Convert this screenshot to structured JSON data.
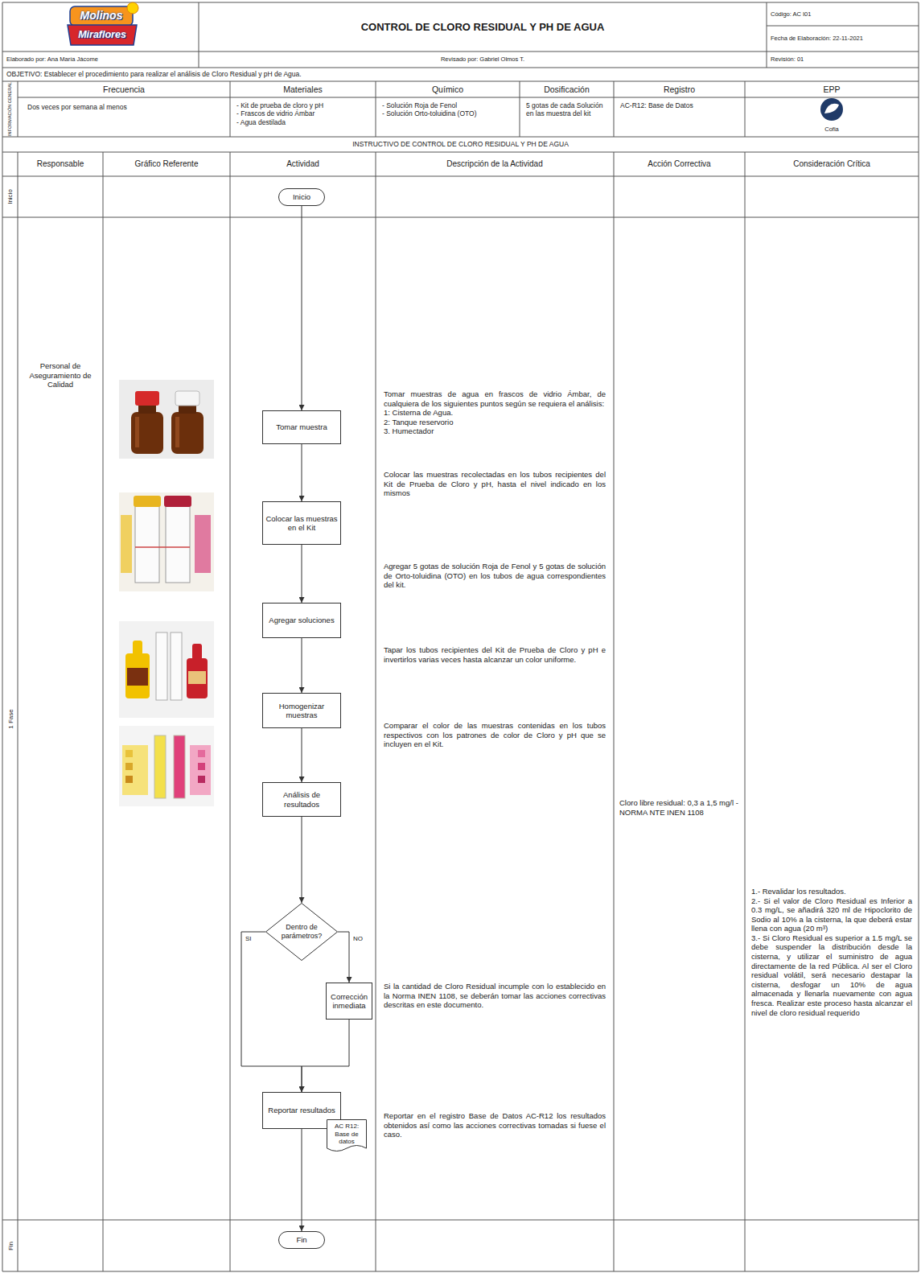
{
  "diagram": {
    "title": "CONTROL DE CLORO RESIDUAL Y PH DE AGUA",
    "nodes": [
      {
        "text": [
          "Inicio"
        ]
      },
      {
        "text": [
          "Tomar muestra"
        ]
      },
      {
        "text": [
          "Colocar las muestras en el Kit"
        ]
      },
      {
        "text": [
          "Agregar soluciones"
        ]
      },
      {
        "text": [
          "Homogenizar muestras"
        ]
      },
      {
        "text": [
          "Análisis de resultados"
        ]
      },
      {
        "text": [
          "Dentro de parámetros?"
        ]
      },
      {
        "text": [
          "Corrección inmediata"
        ]
      },
      {
        "text": [
          "Reportar resultados"
        ]
      },
      {
        "text": [
          "AC R12: Base de datos"
        ]
      },
      {
        "text": [
          "Fin"
        ]
      }
    ],
    "edges": [
      {
        "from": 0,
        "to": 1,
        "arrow": "to"
      },
      {
        "from": 1,
        "to": 2,
        "arrow": "to"
      },
      {
        "from": 2,
        "to": 3,
        "arrow": "to"
      },
      {
        "from": 3,
        "to": 4,
        "arrow": "to"
      },
      {
        "from": 4,
        "to": 5,
        "arrow": "to"
      },
      {
        "from": 5,
        "to": 6,
        "arrow": "to"
      },
      {
        "from": 6,
        "to": 7,
        "label": "NO",
        "arrow": "to"
      },
      {
        "from": 6,
        "to": 8,
        "label": "SI",
        "arrow": "to"
      },
      {
        "from": 7,
        "to": 8,
        "arrow": "to"
      },
      {
        "from": 8,
        "to": 10,
        "arrow": "to"
      }
    ],
    "labels": [
      "Molinos",
      "Miraflores",
      "Código: AC I01",
      "Fecha de Elaboración: 22-11-2021",
      "Revisión: 01",
      "Elaborado por: Ana María Jácome",
      "Revisado por: Gabriel Olmos T.",
      "OBJETIVO: Establecer el procedimiento para realizar el análisis de Cloro Residual y pH de Agua.",
      "INFORMACIÓN GENERAL",
      "Frecuencia",
      "Materiales",
      "Químico",
      "Dosificación",
      "Registro",
      "EPP",
      "Dos veces por semana al menos",
      "- Kit de prueba de cloro y pH",
      "- Frascos de vidrio Ámbar",
      "- Agua destilada",
      "- Solución Roja de Fenol",
      "- Solución Orto-toluidina (OTO)",
      "5 gotas de cada Solución en las muestra del kit",
      "AC-R12: Base de Datos",
      "Cofia",
      "INSTRUCTIVO DE CONTROL DE CLORO RESIDUAL Y PH DE AGUA",
      "Responsable",
      "Gráfico Referente",
      "Actividad",
      "Descripción de la Actividad",
      "Acción Correctiva",
      "Consideración Crítica",
      "Inicio",
      "1 Fase",
      "Fin",
      "Personal de Aseguramiento de Calidad",
      "Tomar muestras de agua en frascos de vidrio Ámbar, de cualquiera de los siguientes puntos según se requiera el análisis:",
      "1: Cisterna de Agua.",
      "2: Tanque reservorio",
      "3. Humectador",
      "Colocar las muestras recolectadas en los tubos recipientes del Kit de Prueba de Cloro y pH, hasta el nivel indicado en los mismos",
      "Agregar 5 gotas de solución Roja de Fenol y 5 gotas de solución de Orto-toluidina (OTO) en los tubos de agua correspondientes del kit.",
      "Tapar los tubos recipientes del Kit de Prueba de Cloro y pH e invertirlos varias veces hasta alcanzar un color uniforme.",
      "Comparar el color de las muestras contenidas en los tubos respectivos con los patrones de color de Cloro y pH que se incluyen en el Kit.",
      "Si la cantidad de Cloro Residual incumple con lo establecido en la Norma INEN 1108, se deberán tomar las acciones correctivas descritas en este documento.",
      "Reportar en el registro Base de Datos AC-R12 los resultados obtenidos así como las acciones correctivas tomadas si fuese el caso.",
      "Cloro libre residual: 0,3 a 1,5 mg/l - NORMA NTE INEN 1108",
      "1.- Revalidar los resultados.",
      "2.- Si el valor de Cloro Residual es Inferior a 0.3 mg/L, se añadirá 320 ml de Hipoclorito de Sodio al 10% a la cisterna, la que deberá estar llena con agua (20 m³)",
      "3.- Si Cloro Residual es superior a 1.5 mg/L se debe suspender la distribución desde la cisterna, y utilizar el suministro de agua directamente de la red Pública. Al ser el Cloro residual volátil, será necesario destapar la cisterna, desfogar un 10% de agua almacenada y llenarla nuevamente con agua fresca. Realizar este proceso hasta alcanzar el nivel de cloro residual requerido"
    ]
  }
}
